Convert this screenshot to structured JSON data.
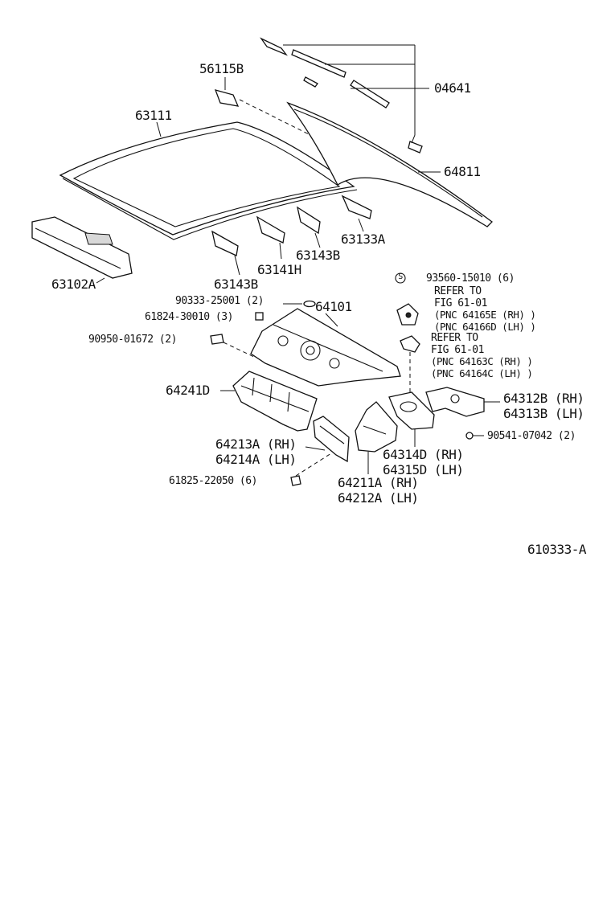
{
  "diagram": {
    "callouts": {
      "c04641": "04641",
      "c56115B": "56115B",
      "c63111": "63111",
      "c64811": "64811",
      "c63133A": "63133A",
      "c63143B_upper": "63143B",
      "c63141H": "63141H",
      "c63143B_lower": "63143B",
      "c63102A": "63102A",
      "c93560": "93560-15010 (6)",
      "c93560_symbol": "S",
      "refer1_line1": "REFER TO",
      "refer1_line2": "FIG 61-01",
      "refer1_line3": "(PNC 64165E (RH) )",
      "refer1_line4": "(PNC 64166D (LH) )",
      "c90333": "90333-25001 (2)",
      "c64101": "64101",
      "c61824": "61824-30010 (3)",
      "c90950": "90950-01672 (2)",
      "refer2_line1": "REFER TO",
      "refer2_line2": "FIG 61-01",
      "refer2_line3": "(PNC 64163C (RH) )",
      "refer2_line4": "(PNC 64164C (LH) )",
      "c64241D": "64241D",
      "c64312B": "64312B (RH)",
      "c64313B": "64313B (LH)",
      "c90541": "90541-07042 (2)",
      "c64213A": "64213A (RH)",
      "c64214A": "64214A (LH)",
      "c64314D": "64314D (RH)",
      "c64315D": "64315D (LH)",
      "c61825": "61825-22050 (6)",
      "c64211A": "64211A (RH)",
      "c64212A": "64212A (LH)",
      "illustration_id": "610333-A"
    }
  }
}
